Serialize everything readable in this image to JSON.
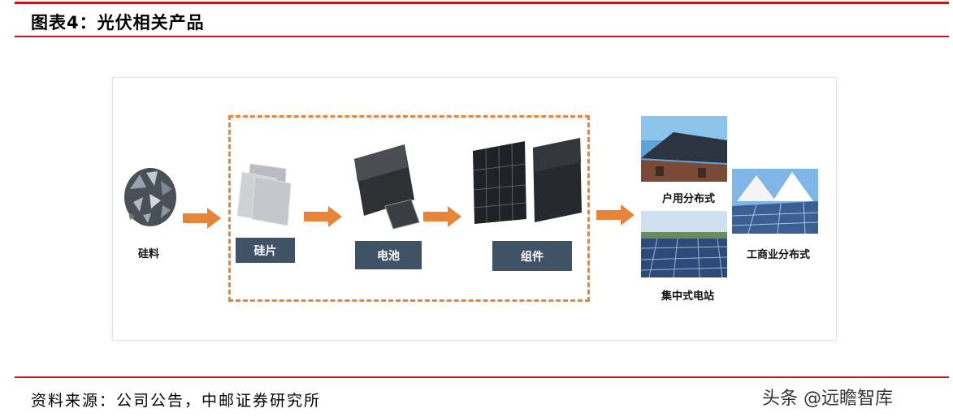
{
  "header": {
    "title": "图表4：光伏相关产品"
  },
  "diagram": {
    "stages": {
      "silicon": "硅料",
      "wafer": "硅片",
      "cell": "电池",
      "module": "组件"
    },
    "applications": {
      "residential": "户用分布式",
      "utility": "集中式电站",
      "commercial": "工商业分布式"
    },
    "colors": {
      "arrow": "#e8833a",
      "box": "#3f5266",
      "rule": "#c4161c"
    }
  },
  "footer": {
    "source": "资料来源：公司公告，中邮证券研究所",
    "watermark": "头条 @远瞻智库"
  }
}
